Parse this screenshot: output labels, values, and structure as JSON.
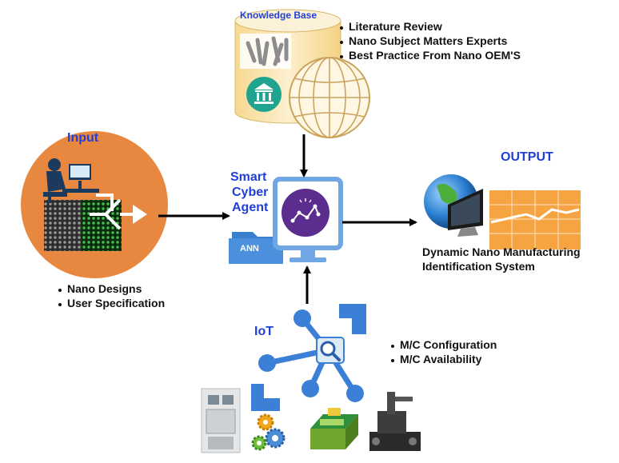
{
  "knowledge_base": {
    "title": "Knowledge Base",
    "items": [
      "Literature Review",
      "Nano Subject Matters Experts",
      "Best Practice From Nano OEM'S"
    ]
  },
  "input": {
    "title": "Input",
    "items": [
      "Nano Designs",
      "User Specification"
    ]
  },
  "agent": {
    "title_lines": [
      "Smart",
      "Cyber",
      "Agent"
    ],
    "folder_label": "ANN"
  },
  "output": {
    "title": "OUTPUT",
    "caption_lines": [
      "Dynamic Nano Manufacturing",
      "Identification System"
    ]
  },
  "iot": {
    "title": "IoT",
    "items": [
      "M/C Configuration",
      "M/C Availability"
    ]
  },
  "colors": {
    "title_blue": "#1f3fd8",
    "input_orange": "#e8873f",
    "iot_blue": "#3b7fd6",
    "agent_purple": "#5b2d8e",
    "kb_cream": "#fbe7b8"
  }
}
